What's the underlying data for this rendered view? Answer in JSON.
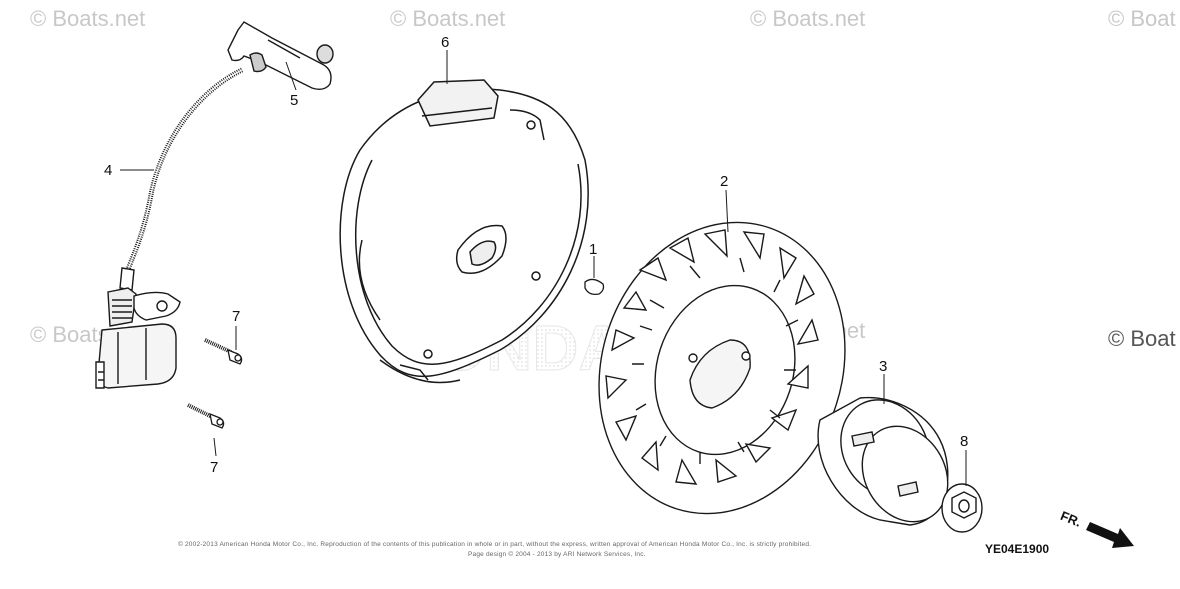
{
  "watermark": {
    "text": "© Boats.net",
    "edge_text": "© Boat"
  },
  "callouts": [
    "6",
    "5",
    "4",
    "2",
    "1",
    "7",
    "7",
    "3",
    "8"
  ],
  "copyright": {
    "line1": "© 2002-2013 American Honda Motor Co., Inc. Reproduction of the contents of this publication in whole or in part, without the express, written approval of American Honda Motor Co., Inc. is strictly prohibited.",
    "line2": "Page design © 2004 - 2013 by ARI Network Services, Inc."
  },
  "diagram_code": "YE04E1900",
  "direction_label": "FR.",
  "colors": {
    "line": "#1a1a1a",
    "watermark": "#c8c8c8",
    "background": "#ffffff"
  }
}
